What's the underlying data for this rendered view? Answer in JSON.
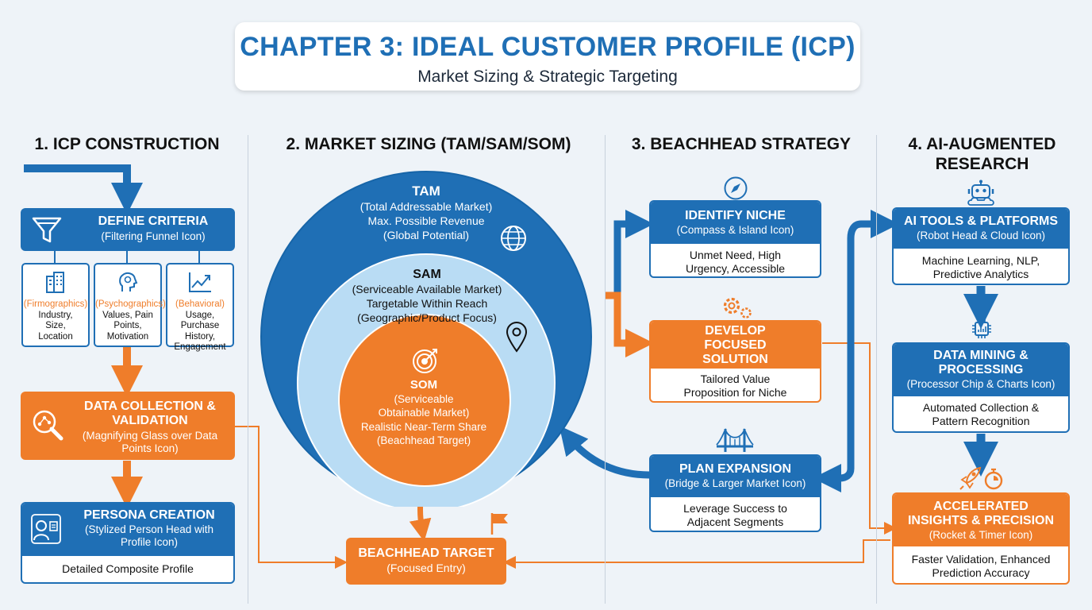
{
  "header": {
    "title": "CHAPTER 3: IDEAL CUSTOMER PROFILE (ICP)",
    "subtitle": "Market Sizing & Strategic Targeting"
  },
  "columns": {
    "icp": "1. ICP CONSTRUCTION",
    "market": "2. MARKET SIZING (TAM/SAM/SOM)",
    "beachhead": "3. BEACHHEAD STRATEGY",
    "ai": "4. AI-AUGMENTED RESEARCH"
  },
  "icp": {
    "define": {
      "title": "DEFINE CRITERIA",
      "sub": "(Filtering Funnel Icon)"
    },
    "criteria": [
      {
        "cat": "(Firmographics)",
        "items": "Industry, Size, Location"
      },
      {
        "cat": "(Psychographics)",
        "items": "Values, Pain Points, Motivation"
      },
      {
        "cat": "(Behavioral)",
        "items": "Usage, Purchase History, Engagement"
      }
    ],
    "data_collection": {
      "title": "DATA COLLECTION & VALIDATION",
      "sub": "(Magnifying Glass over Data Points Icon)"
    },
    "persona": {
      "title": "PERSONA CREATION",
      "sub": "(Stylized Person Head with Profile Icon)",
      "body": "Detailed Composite Profile"
    }
  },
  "market": {
    "tam": {
      "title": "TAM",
      "sub": "(Total Addressable Market)",
      "l1": "Max. Possible Revenue",
      "l2": "(Global Potential)"
    },
    "sam": {
      "title": "SAM",
      "sub": "(Serviceable Available Market)",
      "l1": "Targetable Within Reach",
      "l2": "(Geographic/Product Focus)"
    },
    "som": {
      "title": "SOM",
      "sub": "(Serviceable Obtainable Market)",
      "l1": "Realistic Near-Term Share",
      "l2": "(Beachhead Target)"
    },
    "target": {
      "title": "BEACHHEAD TARGET",
      "sub": "(Focused Entry)"
    }
  },
  "beachhead": {
    "niche": {
      "title": "IDENTIFY NICHE",
      "sub": "(Compass & Island Icon)",
      "body": "Unmet Need, High Urgency, Accessible"
    },
    "solution": {
      "title": "DEVELOP FOCUSED SOLUTION",
      "sub": "(Gear & Product Icon)",
      "body": "Tailored Value Proposition for Niche"
    },
    "expansion": {
      "title": "PLAN EXPANSION",
      "sub": "(Bridge & Larger Market Icon)",
      "body": "Leverage Success to Adjacent Segments"
    }
  },
  "ai": {
    "tools": {
      "title": "AI TOOLS & PLATFORMS",
      "sub": "(Robot Head & Cloud Icon)",
      "body": "Machine Learning, NLP, Predictive Analytics"
    },
    "mining": {
      "title": "DATA MINING & PROCESSING",
      "sub": "(Processor Chip & Charts Icon)",
      "body": "Automated Collection & Pattern Recognition"
    },
    "insights": {
      "title": "ACCELERATED INSIGHTS & PRECISION",
      "sub": "(Rocket & Timer Icon)",
      "body": "Faster Validation, Enhanced Prediction Accuracy"
    }
  },
  "icons": [
    "funnel-icon",
    "building-icon",
    "head-icon",
    "trend-chart-icon",
    "magnifier-icon",
    "persona-icon",
    "globe-icon",
    "location-pin-icon",
    "target-icon",
    "flag-icon",
    "compass-icon",
    "gear-icon",
    "bridge-icon",
    "robot-icon",
    "chip-icon",
    "rocket-icon",
    "timer-icon"
  ],
  "colors": {
    "blue": "#1f6fb5",
    "orange": "#ef7d2a",
    "light_blue": "#b9dcf4",
    "background": "#eef3f8"
  }
}
